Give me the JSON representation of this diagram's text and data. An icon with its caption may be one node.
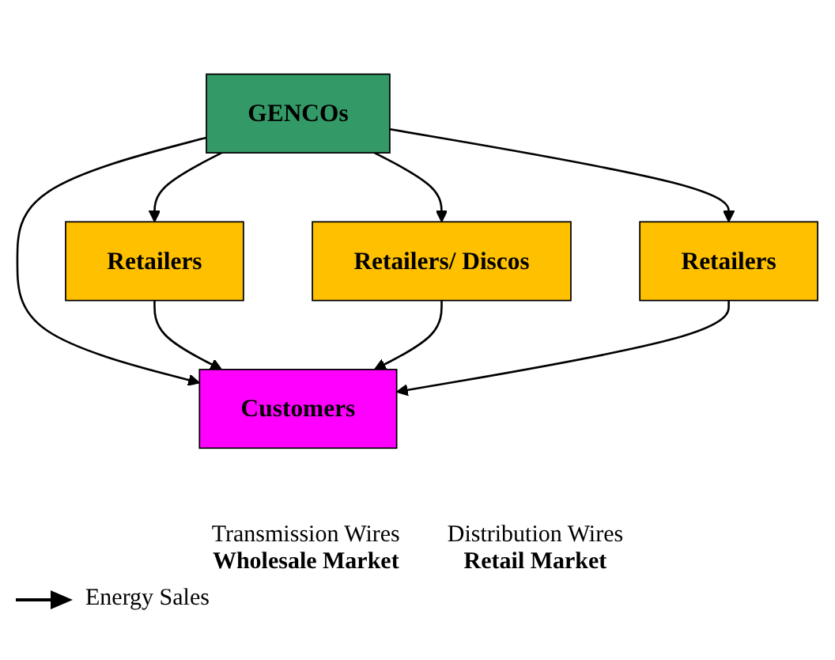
{
  "diagram": {
    "nodes": [
      {
        "text": [
          "GENCOs"
        ]
      },
      {
        "text": [
          "Retailers"
        ]
      },
      {
        "text": [
          "Retailers/ Discos"
        ]
      },
      {
        "text": [
          "Retailers"
        ]
      },
      {
        "text": [
          "Customers"
        ]
      }
    ],
    "edges": [
      {
        "from": 0,
        "to": 1,
        "arrow": "to"
      },
      {
        "from": 0,
        "to": 4,
        "arrow": "to"
      },
      {
        "from": 0,
        "to": 2,
        "arrow": "to"
      },
      {
        "from": 0,
        "to": 3,
        "arrow": "to"
      },
      {
        "from": 1,
        "to": 4,
        "arrow": "to"
      },
      {
        "from": 2,
        "to": 4,
        "arrow": "to"
      },
      {
        "from": 3,
        "to": 4,
        "arrow": "to"
      }
    ],
    "labels": [
      "Transmission Wires",
      "Wholesale Market",
      "Distribution Wires",
      "Retail Market"
    ],
    "legend": [
      {
        "text": "Energy Sales"
      }
    ]
  }
}
